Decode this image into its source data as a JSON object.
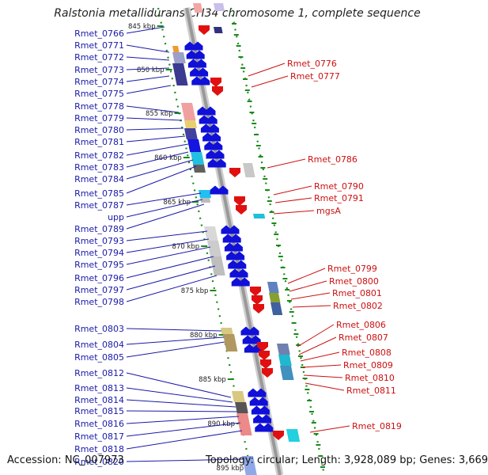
{
  "title": "Ralstonia metallidurans CH34 chromosome 1, complete sequence",
  "footer": {
    "accession": "Accession: NC_007973",
    "summary": "Topology: circular; Length: 3,928,089 bp; Genes: 3,669"
  },
  "colors": {
    "forward_gene": "#1010d8",
    "reverse_gene": "#e01010",
    "forward_label": "#1a1aa8",
    "reverse_label": "#cc1010",
    "backbone": "#999999",
    "tick": "#1a8a1a"
  },
  "scale": {
    "unit": "kbp",
    "ticks": [
      "845 kbp",
      "850 kbp",
      "855 kbp",
      "860 kbp",
      "865 kbp",
      "870 kbp",
      "875 kbp",
      "880 kbp",
      "885 kbp",
      "890 kbp",
      "895 kbp"
    ]
  },
  "forward_labels": [
    "Rmet_0766",
    "Rmet_0771",
    "Rmet_0772",
    "Rmet_0773",
    "Rmet_0774",
    "Rmet_0775",
    "Rmet_0778",
    "Rmet_0779",
    "Rmet_0780",
    "Rmet_0781",
    "Rmet_0782",
    "Rmet_0783",
    "Rmet_0784",
    "Rmet_0785",
    "Rmet_0787",
    "upp",
    "Rmet_0789",
    "Rmet_0793",
    "Rmet_0794",
    "Rmet_0795",
    "Rmet_0796",
    "Rmet_0797",
    "Rmet_0798",
    "Rmet_0803",
    "Rmet_0804",
    "Rmet_0805",
    "Rmet_0812",
    "Rmet_0813",
    "Rmet_0814",
    "Rmet_0815",
    "Rmet_0816",
    "Rmet_0817",
    "Rmet_0818",
    "Rmet_0820"
  ],
  "reverse_labels": [
    "Rmet_0776",
    "Rmet_0777",
    "Rmet_0786",
    "Rmet_0790",
    "Rmet_0791",
    "mgsA",
    "Rmet_0799",
    "Rmet_0800",
    "Rmet_0801",
    "Rmet_0802",
    "Rmet_0806",
    "Rmet_0807",
    "Rmet_0808",
    "Rmet_0809",
    "Rmet_0810",
    "Rmet_0811",
    "Rmet_0819"
  ]
}
